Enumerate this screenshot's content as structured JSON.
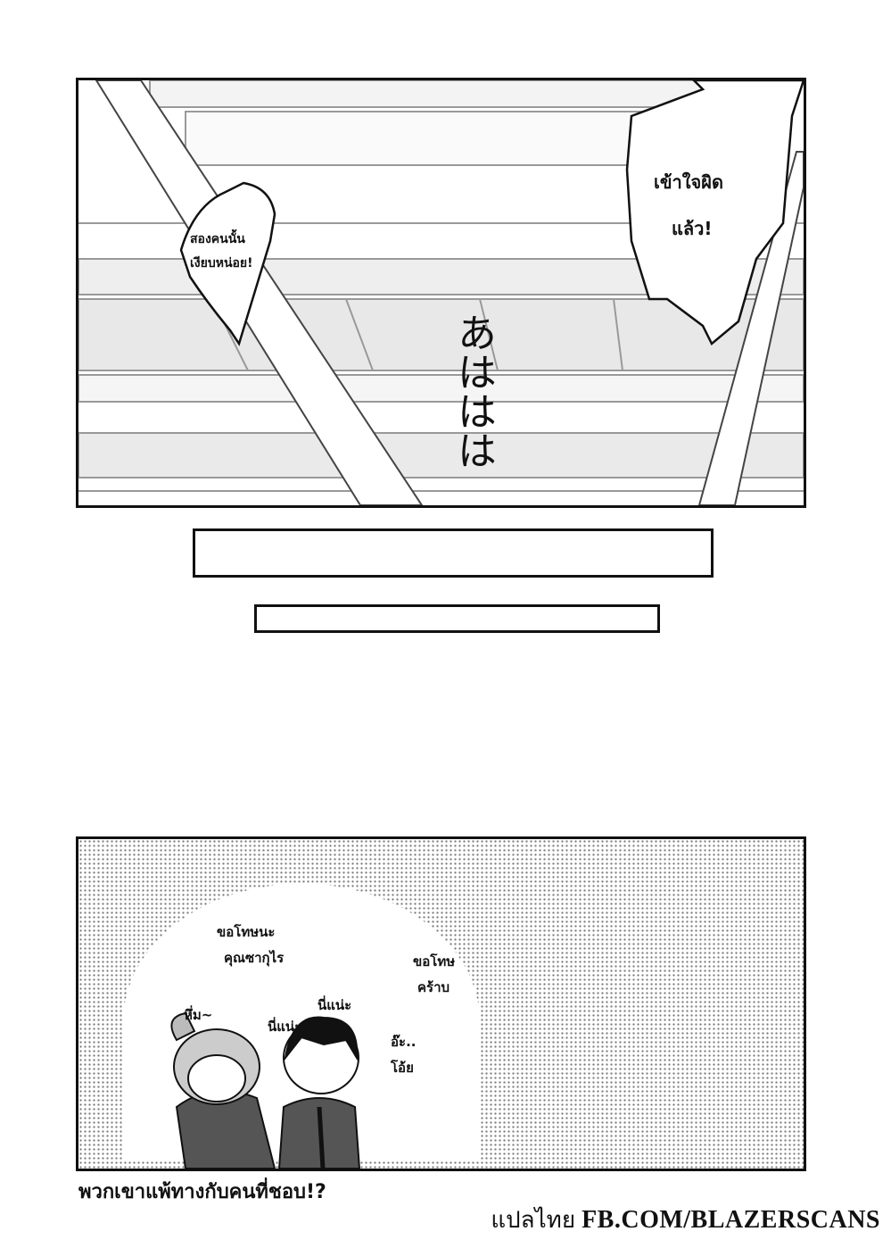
{
  "panel1": {
    "bubble_left": [
      "สองคนนั้น",
      "เงียบหน่อย!"
    ],
    "bubble_right": [
      "เข้าใจผิด",
      "แล้ว!"
    ],
    "sfx": "あははは"
  },
  "panel2": {
    "lines": [
      [
        "ขอโทษนะ",
        "คุณซากุไร"
      ],
      [
        "ขอโทษ",
        "คร้าบ"
      ],
      [
        "หึ่ม~"
      ],
      [
        "นี่แน่ะ"
      ],
      [
        "นี่แน่ะ"
      ],
      [
        "อ๊ะ..",
        "โอ้ย"
      ]
    ]
  },
  "caption": "พวกเขาแพ้ทางกับคนที่ชอบ!?",
  "credit": {
    "thai": "แปลไทย",
    "site": "FB.COM/BLAZERSCANS"
  }
}
